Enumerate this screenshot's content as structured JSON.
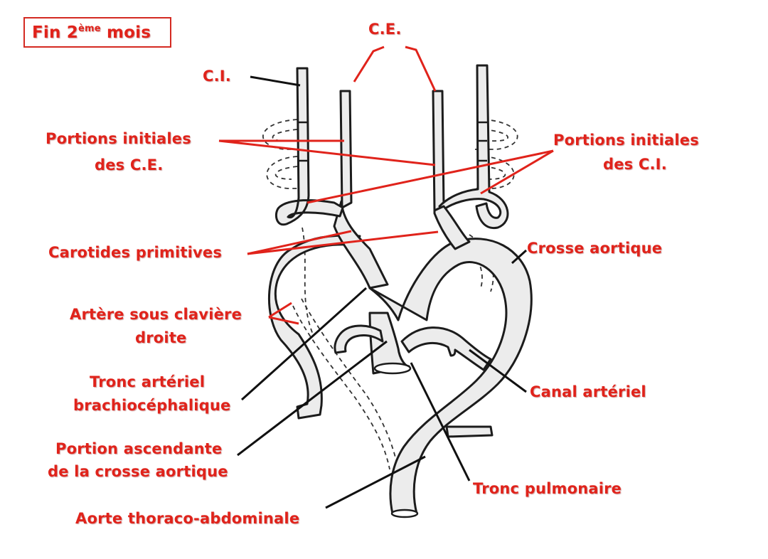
{
  "title": {
    "main": "Fin 2",
    "sup": "ème",
    "rest": " mois"
  },
  "labels": {
    "ce_top": "C.E.",
    "ci": "C.I.",
    "portions_ce_line1": "Portions initiales",
    "portions_ce_line2": "des C.E.",
    "portions_ci_line1": "Portions initiales",
    "portions_ci_line2": "des C.I.",
    "carotides": "Carotides primitives",
    "crosse": "Crosse aortique",
    "sous_claviere_line1": "Artère sous clavière",
    "sous_claviere_line2": "droite",
    "tronc_brachio_line1": "Tronc artériel",
    "tronc_brachio_line2": "brachiocéphalique",
    "canal": "Canal artériel",
    "portion_asc_line1": "Portion ascendante",
    "portion_asc_line2": "de la crosse aortique",
    "tronc_pulm": "Tronc pulmonaire",
    "aorte": "Aorte thoraco-abdominale"
  },
  "colors": {
    "label": "#e0231b",
    "vessel_fill": "#ececec",
    "leader_black": "#111111"
  }
}
